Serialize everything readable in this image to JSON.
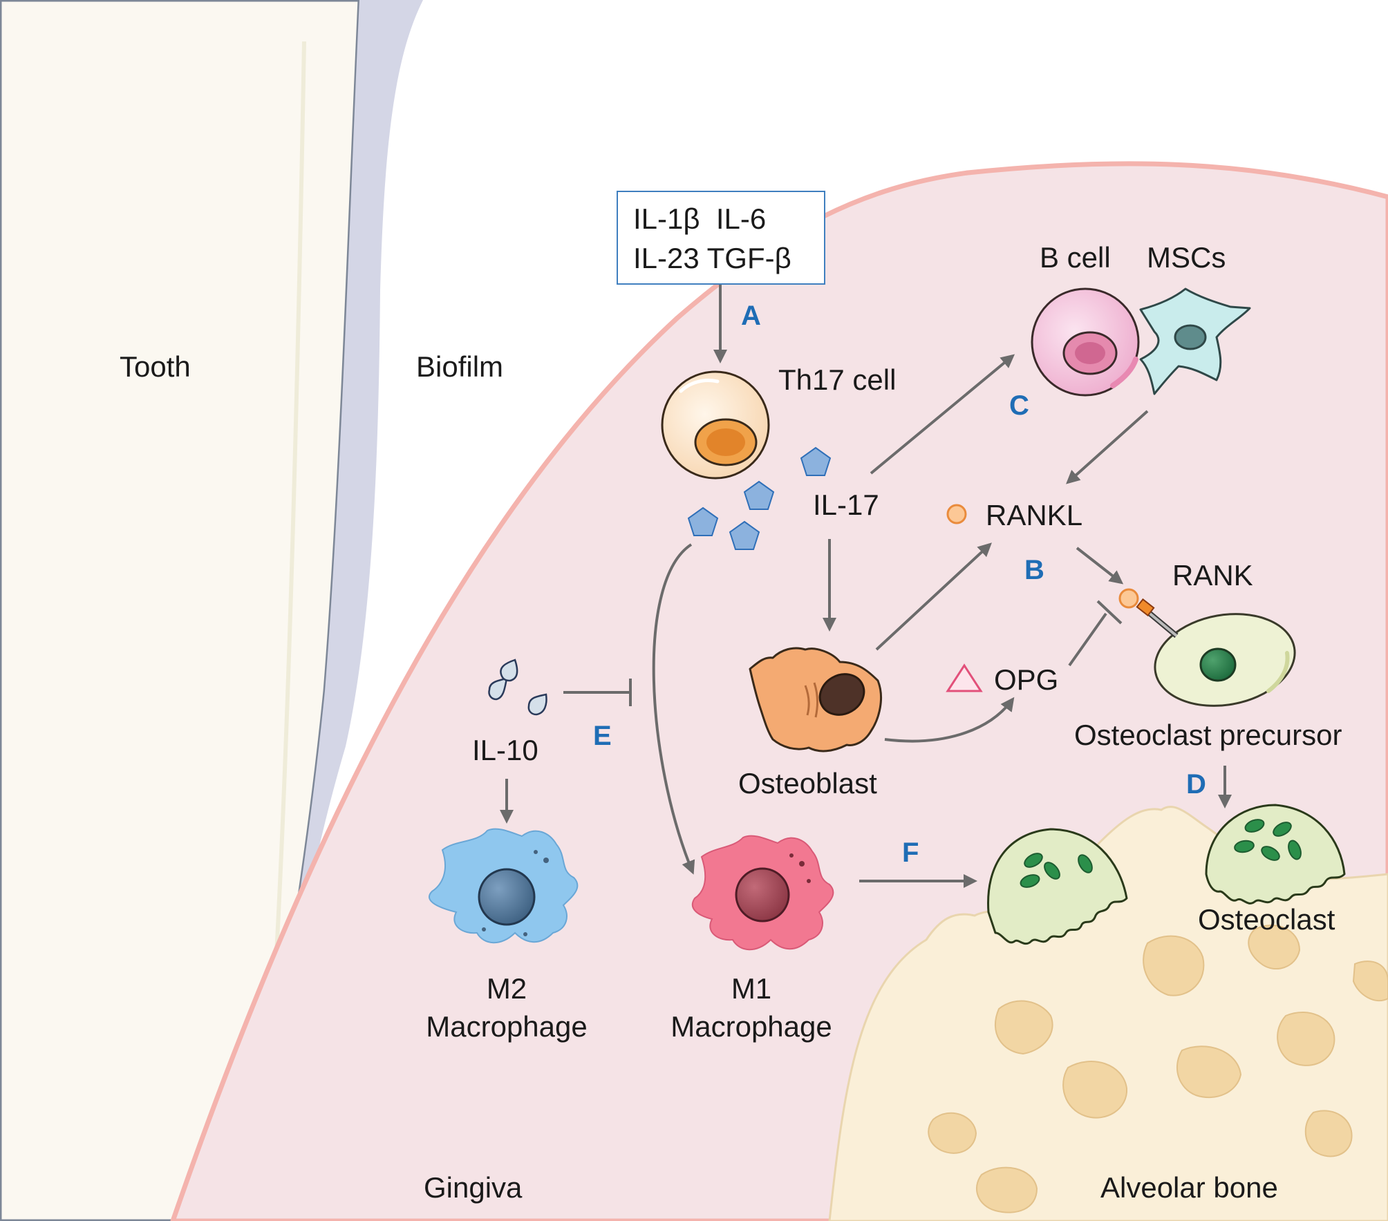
{
  "regions": {
    "tooth": "Tooth",
    "biofilm": "Biofilm",
    "gingiva": "Gingiva",
    "alveolar_bone": "Alveolar bone"
  },
  "cytokine_box": {
    "line1": "IL-1β  IL-6",
    "line2": "IL-23 TGF-β"
  },
  "cells": {
    "th17": "Th17 cell",
    "b_cell": "B cell",
    "mscs": "MSCs",
    "osteoblast": "Osteoblast",
    "osteoclast_precursor": "Osteoclast precursor",
    "osteoclast": "Osteoclast",
    "m1_line1": "M1",
    "m1_line2": "Macrophage",
    "m2_line1": "M2",
    "m2_line2": "Macrophage"
  },
  "molecules": {
    "il17": "IL-17",
    "il10": "IL-10",
    "rankl": "RANKL",
    "rank": "RANK",
    "opg": "OPG"
  },
  "step_labels": {
    "a": "A",
    "b": "B",
    "c": "C",
    "d": "D",
    "e": "E",
    "f": "F"
  },
  "colors": {
    "letter_blue": "#1f6db5",
    "arrow_gray": "#6b6b6b",
    "gingiva_fill": "#f5e3e6",
    "gingiva_edge": "#f4b3ad",
    "biofilm_fill": "#d4d6e6",
    "tooth_fill": "#fbf8f1",
    "bone_fill": "#faefd8",
    "bone_pore": "#f2d6a4"
  }
}
